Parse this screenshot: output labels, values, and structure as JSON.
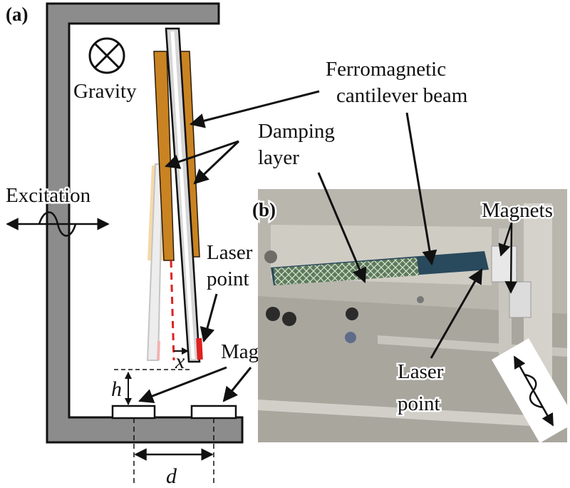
{
  "panel_a": {
    "tag": "(a)",
    "gravity": "Gravity",
    "excitation": "Excitation",
    "beam_line1": "Ferromagnetic",
    "beam_line2": "cantilever beam",
    "damping_line1": "Damping",
    "damping_line2": "layer",
    "laser_line1": "Laser",
    "laser_line2": "point",
    "magnets": "Magnets",
    "h": "h",
    "x": "x",
    "d": "d"
  },
  "panel_b": {
    "tag": "(b)",
    "magnets": "Magnets",
    "laser_line1": "Laser",
    "laser_line2": "point"
  },
  "colors": {
    "frame": "#8c8c8c",
    "damping": "#c98322",
    "damping_faint": "#f6d9a8",
    "beam": "#d6d6d6",
    "laser": "#e02020",
    "photo_bg": "#b9b6ae"
  }
}
